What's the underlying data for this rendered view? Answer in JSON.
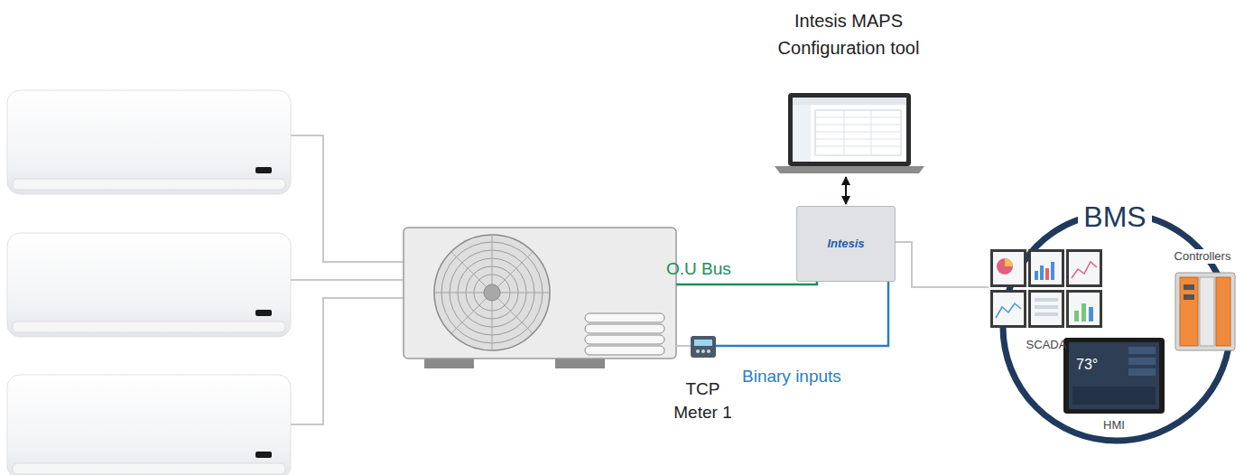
{
  "diagram": {
    "nodes": [
      {
        "text": [
          "Intesis MAPS Configuration tool"
        ]
      },
      {
        "text": [
          "Intesis"
        ]
      },
      {
        "text": [
          "TCP Meter 1"
        ]
      },
      {
        "text": [
          "BMS"
        ]
      },
      {
        "text": [
          "SCADA"
        ],
        "in": 3
      },
      {
        "text": [
          "Controllers"
        ],
        "in": 3
      },
      {
        "text": [
          "HMI"
        ],
        "in": 3
      }
    ],
    "edges": [
      {
        "from": 0,
        "to": 1,
        "arrow": "both"
      },
      {
        "from": 2,
        "to": 1,
        "label": "Binary inputs",
        "arrow": "none"
      },
      {
        "from": 1,
        "to": 4,
        "arrow": "none"
      }
    ],
    "labels": [
      "O.U Bus",
      "73°"
    ]
  }
}
